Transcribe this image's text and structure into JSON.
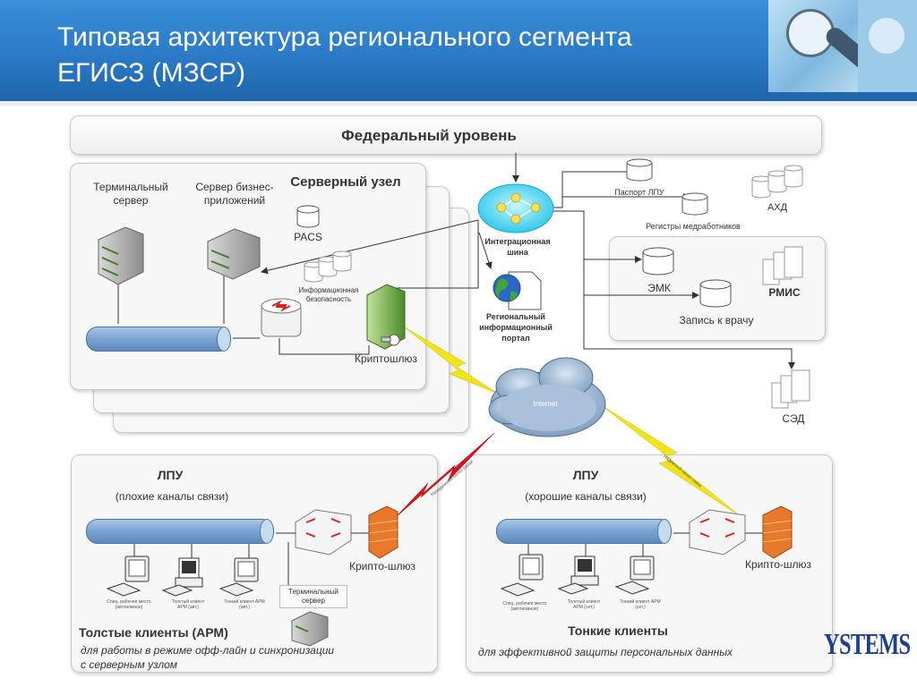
{
  "header": {
    "title_line1": "Типовая архитектура регионального сегмента",
    "title_line2": "ЕГИСЗ (МЗСР)"
  },
  "federal": {
    "label": "Федеральный уровень"
  },
  "server_node": {
    "title": "Серверный узел",
    "terminal_server": "Терминальный сервер",
    "business_server": "Сервер бизнес-приложений",
    "pacs": "PACS",
    "infosec": "Информационная безопасность",
    "cryptogateway": "Криптошлюз"
  },
  "bus": {
    "label": "Интеграционная шина"
  },
  "portal": {
    "label": "Региональный информационный портал"
  },
  "right": {
    "passport": "Паспорт ЛПУ",
    "registers": "Регистры медработников",
    "ahd": "АХД",
    "emk": "ЭМК",
    "rmis": "РМИС",
    "appointment": "Запись к врачу",
    "sed": "СЭД"
  },
  "internet": {
    "label": "Internet",
    "bad_link": "Ненадежный канал связи",
    "good_link": "Надежный канал связи"
  },
  "lpu_left": {
    "title": "ЛПУ",
    "subtitle": "(плохие каналы связи)",
    "crypto": "Крипто-шлюз",
    "terminal": "Терминальный сервер",
    "c1": "Спец. рабочее место (автономное)",
    "c2": "Толстый клиент АРМ (авт.)",
    "c3": "Тонкий клиент АРМ (авт.)",
    "caption": "Толстые клиенты (АРМ)",
    "note_line1": "для работы в режиме офф-лайн и синхронизации",
    "note_line2": "с серверным узлом"
  },
  "lpu_right": {
    "title": "ЛПУ",
    "subtitle": "(хорошие каналы связи)",
    "crypto": "Крипто-шлюз",
    "c1": "Спец. рабочее место (автономное)",
    "c2": "Толстый клиент АРМ (сет.)",
    "c3": "Тонкий клиент АРМ (сет.)",
    "caption": "Тонкие клиенты",
    "note": "для эффективной защиты персональных данных"
  },
  "logo": {
    "text": "YSTEMS"
  },
  "colors": {
    "header_blue": "#2a79c6",
    "tube_blue": "#7ea6d4",
    "bus_cyan": "#4fd6f0",
    "firewall_orange": "#e8782a",
    "bolt_red": "#d8131b",
    "bolt_yellow": "#f1e41a",
    "logo_blue": "#1b3f91"
  }
}
